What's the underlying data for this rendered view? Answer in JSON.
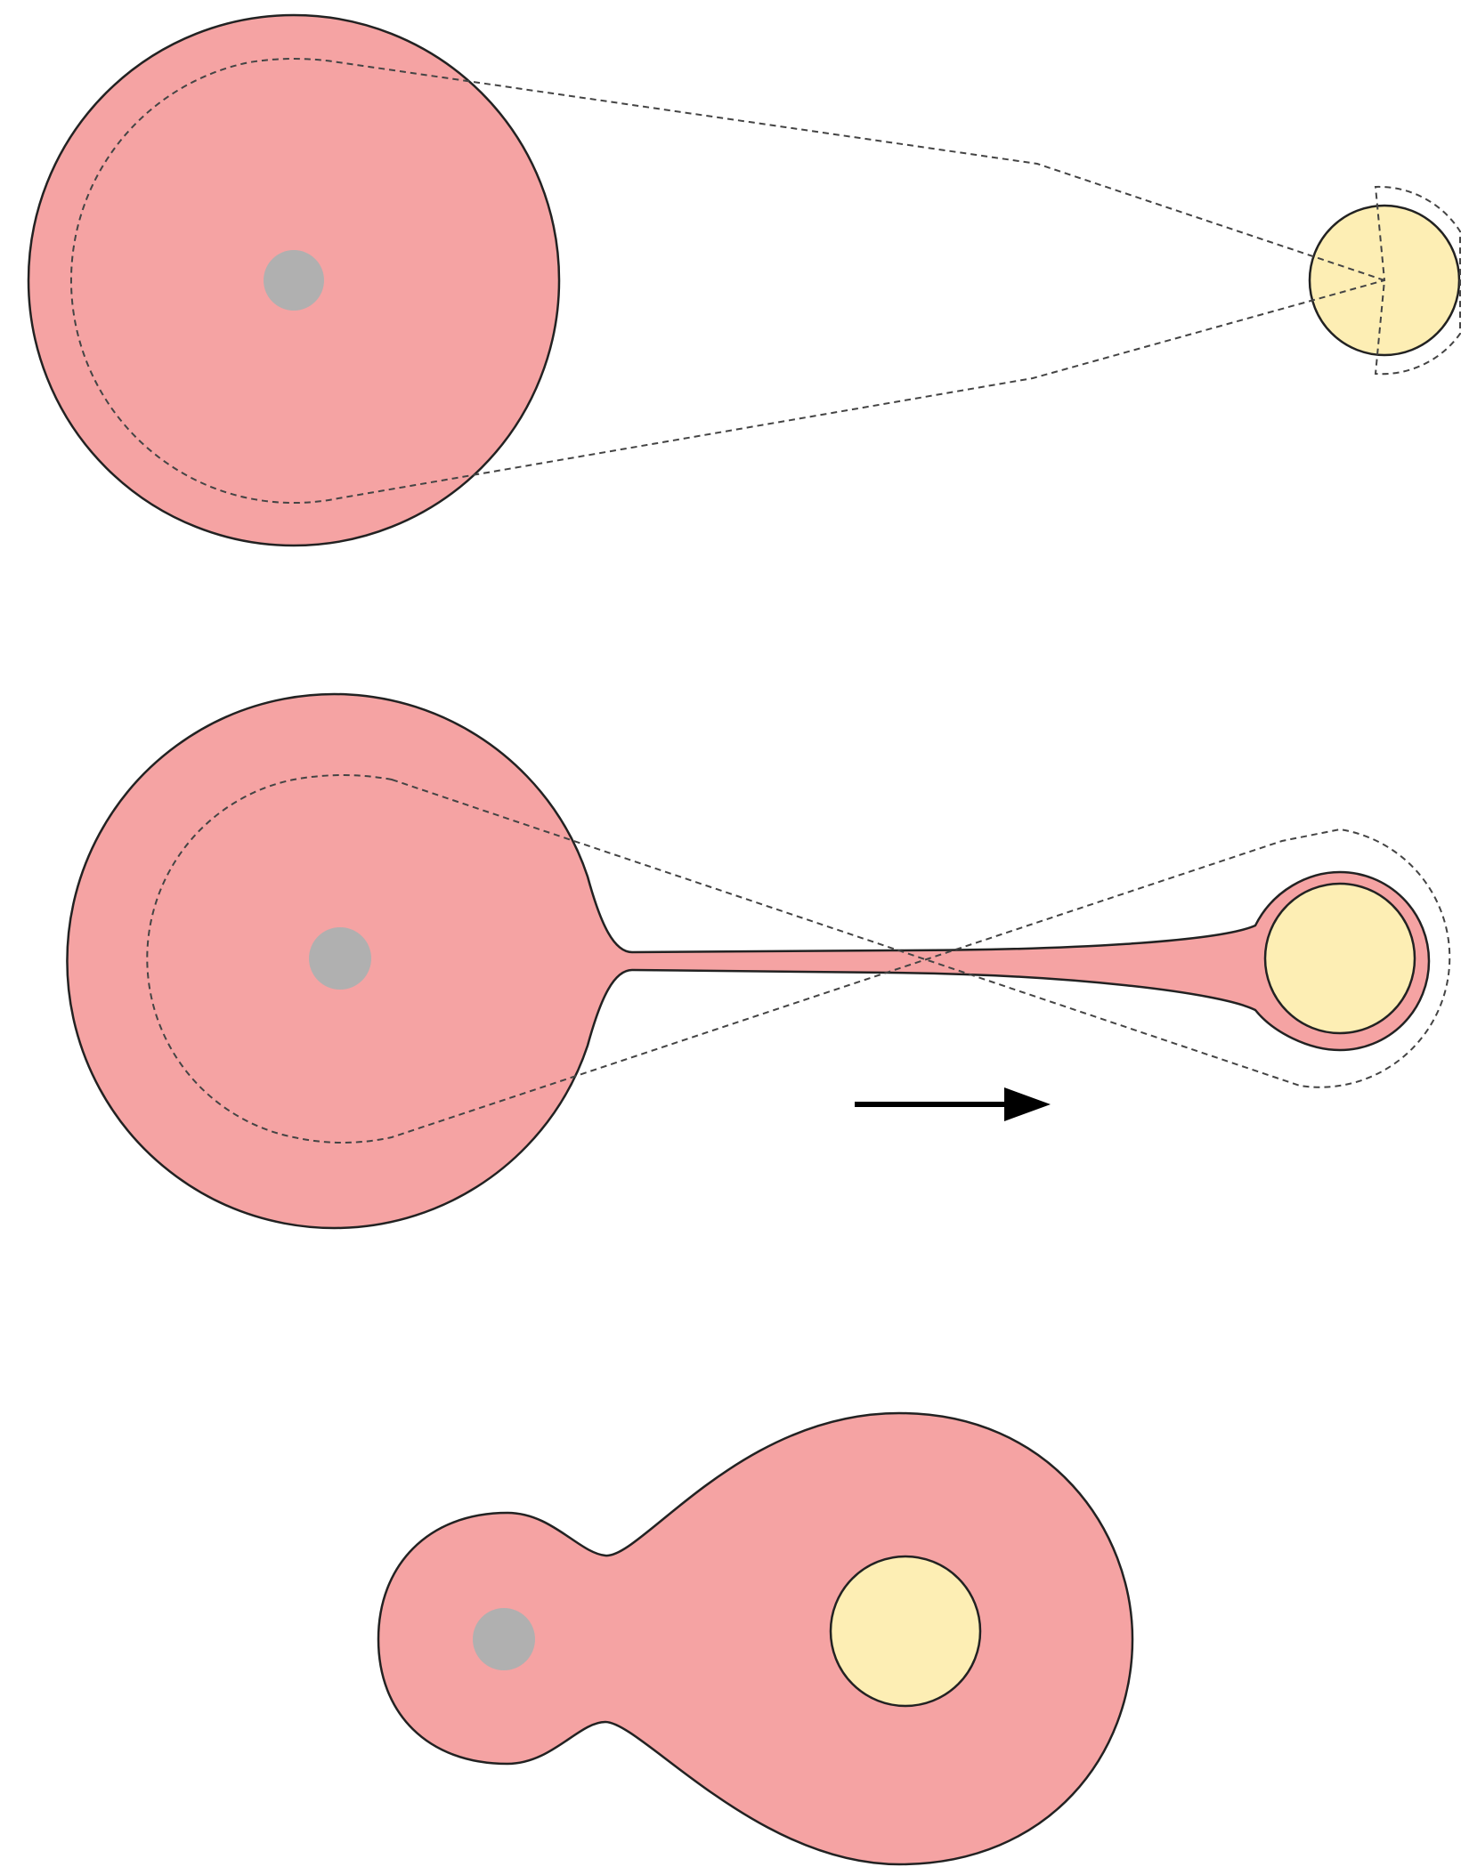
{
  "colors": {
    "giant_envelope": "#f5a3a3",
    "companion_star": "#fdeeb4",
    "giant_core": "#b0b0b0",
    "outline": "#222222",
    "roche_lobe": "#444444",
    "arrow": "#000000",
    "background": "#ffffff"
  },
  "panels": [
    {
      "stage": "detached",
      "elements": [
        "giant-envelope",
        "giant-core",
        "companion-star",
        "roche-lobe-outline"
      ]
    },
    {
      "stage": "mass-transfer",
      "elements": [
        "giant-envelope-with-stream",
        "giant-core",
        "companion-star",
        "roche-lobe-outline",
        "mass-flow-arrow"
      ]
    },
    {
      "stage": "common-envelope",
      "elements": [
        "merged-envelope",
        "giant-core",
        "companion-star"
      ]
    }
  ],
  "icons": {
    "flow_direction": "arrow-right-icon"
  }
}
